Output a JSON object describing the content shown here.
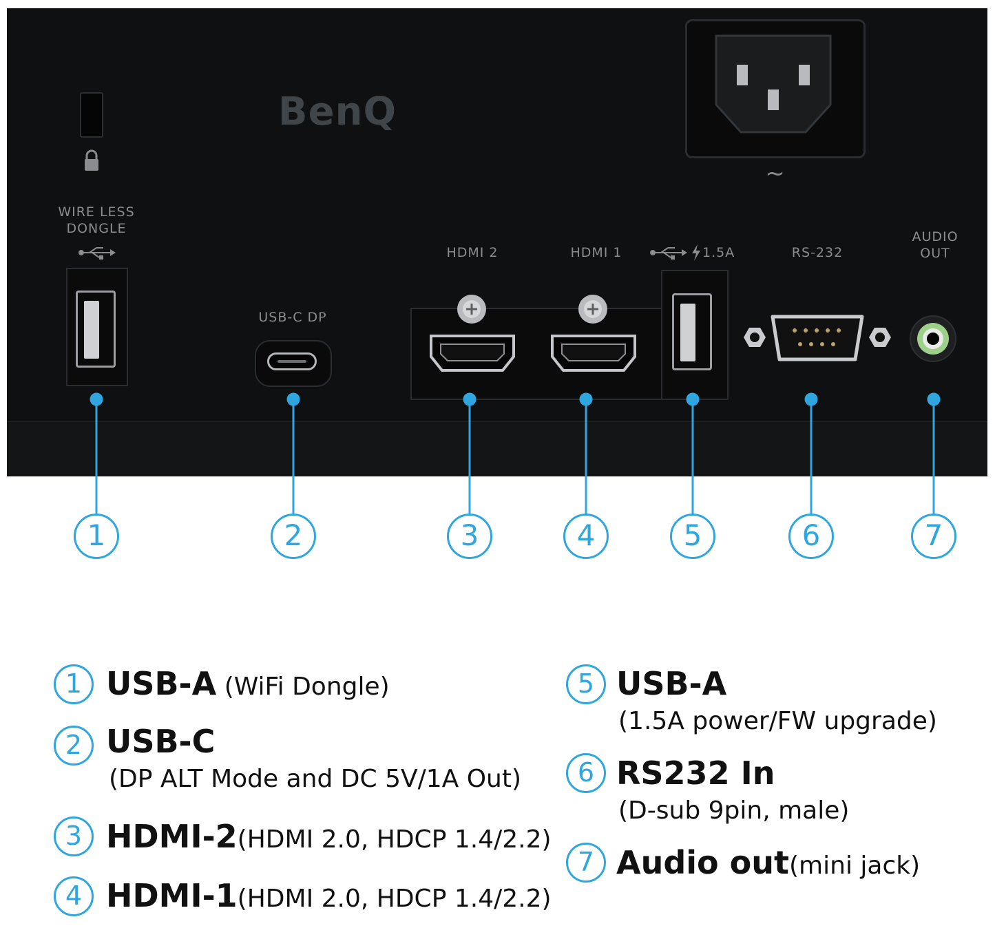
{
  "device": {
    "logo": "BenQ",
    "labels": {
      "wireless_dongle_1": "WIRE LESS",
      "wireless_dongle_2": "DONGLE",
      "usb_c_dp": "USB-C DP",
      "hdmi2": "HDMI 2",
      "hdmi1": "HDMI 1",
      "usb_power": "1.5A",
      "rs232": "RS-232",
      "audio_out_1": "AUDIO",
      "audio_out_2": "OUT",
      "ac_symbol": "~"
    }
  },
  "callouts": [
    "1",
    "2",
    "3",
    "4",
    "5",
    "6",
    "7"
  ],
  "accent_color": "#2fa6e0",
  "legend": [
    {
      "num": "1",
      "title": "USB-A",
      "inline": " (WiFi Dongle)",
      "sub": ""
    },
    {
      "num": "2",
      "title": "USB-C",
      "inline": "",
      "sub": "(DP ALT Mode and DC 5V/1A Out)"
    },
    {
      "num": "3",
      "title": "HDMI-2",
      "inline": "(HDMI 2.0, HDCP 1.4/2.2)",
      "sub": ""
    },
    {
      "num": "4",
      "title": "HDMI-1",
      "inline": "(HDMI 2.0, HDCP 1.4/2.2)",
      "sub": ""
    },
    {
      "num": "5",
      "title": "USB-A",
      "inline": "",
      "sub": "(1.5A power/FW upgrade)"
    },
    {
      "num": "6",
      "title": "RS232 In",
      "inline": "",
      "sub": "(D-sub 9pin, male)"
    },
    {
      "num": "7",
      "title": "Audio out",
      "inline": "(mini jack)",
      "sub": ""
    }
  ]
}
